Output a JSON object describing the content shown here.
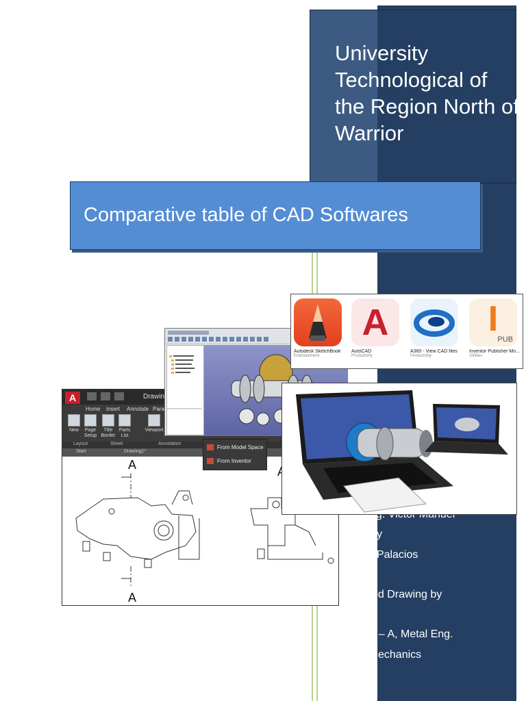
{
  "cover": {
    "university_title": "University Technological of the Region North of Warrior",
    "banner_title": "Comparative table of CAD Softwares",
    "info_lines": [
      "Professor: Eng. Victor Manuel",
      "y",
      "vid Palacios",
      "isted Drawing by",
      "– A, Metal Eng.",
      "echanics"
    ]
  },
  "autocad_screenshot": {
    "ribbon_tabs": [
      "Home",
      "Insert",
      "Annotate",
      "Param"
    ],
    "tools": [
      "New",
      "Page Setup",
      "Title Border",
      "Parts List",
      "Viewport"
    ],
    "panels": [
      "Layout",
      "Sheet",
      "Annotation"
    ],
    "document_tabs": [
      "Start",
      "Drawing1*"
    ],
    "window_title": "Drawing",
    "section_labels": [
      "A",
      "A",
      "A"
    ]
  },
  "freecad_screenshot": {
    "context_menu": [
      "From Model Space",
      "From Inventor"
    ]
  },
  "apps": [
    {
      "name": "Autodesk SketchBook",
      "category": "Entertainment",
      "glyph": "✎",
      "color": "#e2401f"
    },
    {
      "name": "AutoCAD",
      "category": "Productivity",
      "glyph": "A",
      "color": "#c8202e"
    },
    {
      "name": "A360 - View CAD files",
      "category": "Productivity",
      "glyph": "◐",
      "color": "#1f6fc4"
    },
    {
      "name": "Inventor Publisher Mo...",
      "category": "Utilities",
      "glyph": "I",
      "color": "#ee7b1b",
      "badge": "PUB"
    }
  ]
}
